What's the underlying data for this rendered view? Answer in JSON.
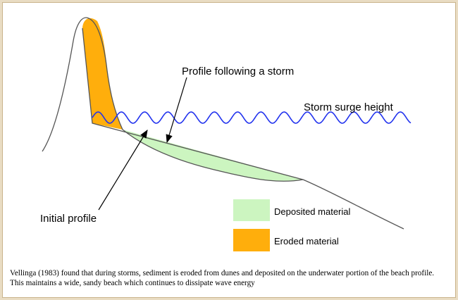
{
  "labels": {
    "storm_profile": "Profile following a storm",
    "storm_surge": "Storm surge height",
    "initial_profile": "Initial profile"
  },
  "legend": {
    "deposited": {
      "label": "Deposited material",
      "color": "#ccf5c0"
    },
    "eroded": {
      "label": "Eroded material",
      "color": "#ffae0c"
    }
  },
  "colors": {
    "wave": "#2233ee",
    "profile_line": "#555555",
    "border": "#e9dcc3"
  },
  "caption": "Vellinga (1983) found that during storms, sediment is eroded from dunes and deposited on the underwater portion of the beach profile. This maintains a wide, sandy beach which continues to dissipate wave energy"
}
